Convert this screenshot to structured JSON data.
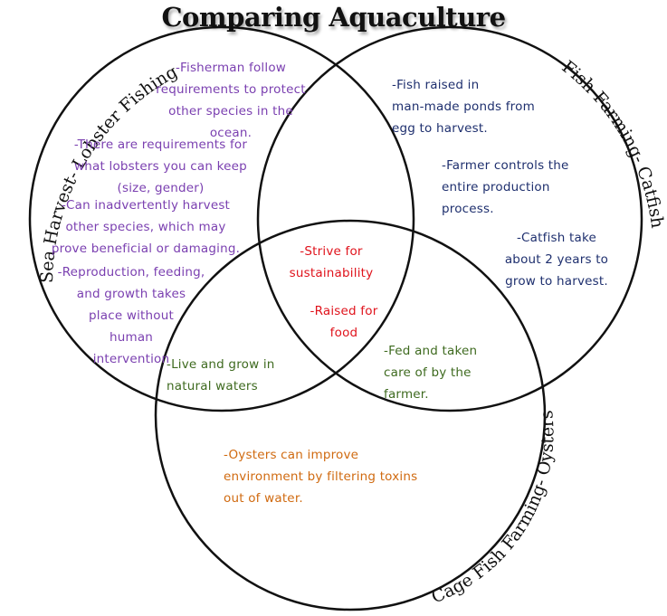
{
  "title": "Comparing Aquaculture",
  "circles": {
    "top_left": "Sea Harvest- Lobster Fishing",
    "top_right": "Fish Farming- Catfish",
    "bottom": "Cage Fish Farming- Oysters"
  },
  "colors": {
    "lobster": "#7a3fb0",
    "catfish": "#1e2f6e",
    "all_three": "#e0131c",
    "shared_two": "#3e6a1f",
    "oysters": "#d06a10",
    "outline": "#111111"
  },
  "lobster_notes": [
    [
      "-Fisherman follow",
      "requirements to protect",
      "other species in the",
      "ocean."
    ],
    [
      "-There are requirements for",
      "what lobsters you can keep",
      "(size, gender)"
    ],
    [
      "-Can inadvertently harvest",
      "other species, which may",
      "prove beneficial or damaging."
    ],
    [
      "-Reproduction, feeding,",
      "and growth takes",
      "place without",
      "human",
      "intervention"
    ]
  ],
  "catfish_notes": [
    [
      "-Fish raised in",
      "man-made ponds from",
      "egg to harvest."
    ],
    [
      "-Farmer controls the",
      "entire production",
      "process."
    ],
    [
      "-Catfish take",
      "about 2 years to",
      "grow to harvest."
    ]
  ],
  "center_notes": [
    [
      "-Strive for",
      "sustainability"
    ],
    [
      "-Raised for",
      "food"
    ]
  ],
  "lobster_oyster_overlap": [
    "-Live and grow in",
    "natural waters"
  ],
  "catfish_oyster_overlap": [
    "-Fed and taken",
    "care of by the",
    "farmer."
  ],
  "oyster_notes": [
    "-Oysters can improve",
    "environment by filtering toxins",
    "out of water."
  ]
}
